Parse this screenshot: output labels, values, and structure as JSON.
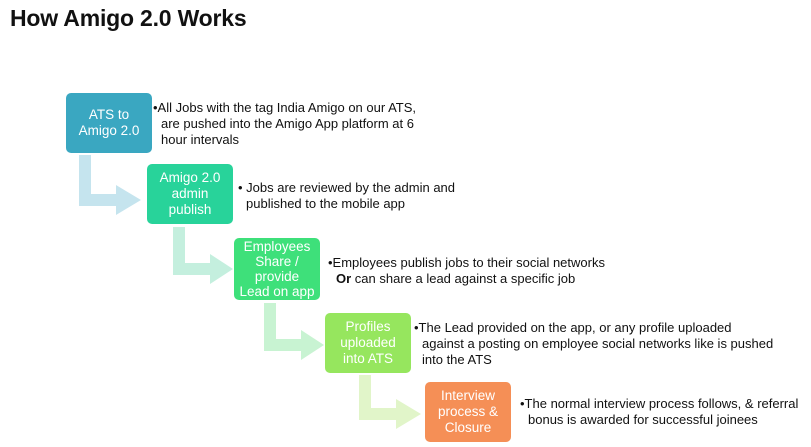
{
  "title": "How Amigo 2.0 Works",
  "colors": {
    "step1": "#3aa7c1",
    "step2": "#28d39a",
    "step3": "#3ee07a",
    "step4": "#96e65e",
    "step5": "#f58f56",
    "arrow1": "#c5e4ee",
    "arrow2": "#c4efde",
    "arrow3": "#c8f3d2",
    "arrow4": "#e1f5c9",
    "arrow5": "#fde0cf"
  },
  "steps": [
    {
      "label": "ATS to\nAmigo 2.0",
      "desc": [
        "•All Jobs with the tag India Amigo on our ATS,",
        "are pushed into the Amigo App platform at 6",
        "hour intervals"
      ]
    },
    {
      "label": "Amigo 2.0\nadmin\npublish",
      "desc": [
        "• Jobs are reviewed by the admin and",
        "published to the mobile app"
      ]
    },
    {
      "label": "Employees\nShare /\nprovide\nLead on app",
      "desc": [
        "•Employees publish jobs to their social networks"
      ],
      "desc_bold": "Or",
      "desc_rest": " can share a lead against a specific job"
    },
    {
      "label": "Profiles\nuploaded\ninto ATS",
      "desc": [
        "•The Lead provided on the app, or any profile uploaded",
        "against a posting on employee social networks like is pushed",
        "into the ATS"
      ]
    },
    {
      "label": "Interview\nprocess &\nClosure",
      "desc": [
        "•The normal interview process follows, & referral",
        "bonus is awarded for successful joinees"
      ]
    }
  ]
}
